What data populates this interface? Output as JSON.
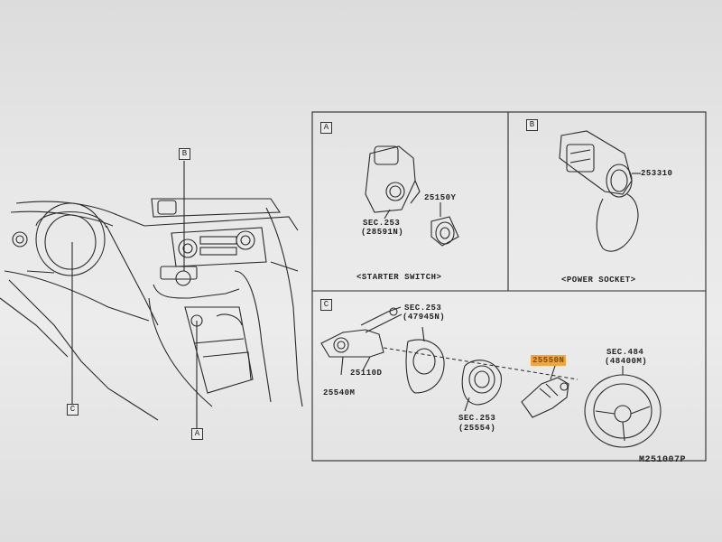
{
  "diagram": {
    "main_callouts": {
      "b": "B",
      "c": "C",
      "a": "A"
    },
    "panel_a": {
      "tag": "A",
      "sec_253": "SEC.253",
      "sec_253_ref": "(28591N)",
      "part_25150y": "25150Y",
      "caption": "<STARTER SWITCH>"
    },
    "panel_b": {
      "tag": "B",
      "part_253310": "253310",
      "caption": "<POWER SOCKET>"
    },
    "panel_c": {
      "tag": "C",
      "sec_253_top": "SEC.253",
      "sec_253_top_ref": "(47945N)",
      "part_25110d": "25110D",
      "part_25540m": "25540M",
      "sec_253_bottom": "SEC.253",
      "sec_253_bottom_ref": "(25554)",
      "part_25550n": "25550N",
      "sec_484": "SEC.484",
      "sec_484_ref": "(48400M)"
    },
    "figure_code": "M251007P",
    "highlight_color": "#f0a63a"
  }
}
